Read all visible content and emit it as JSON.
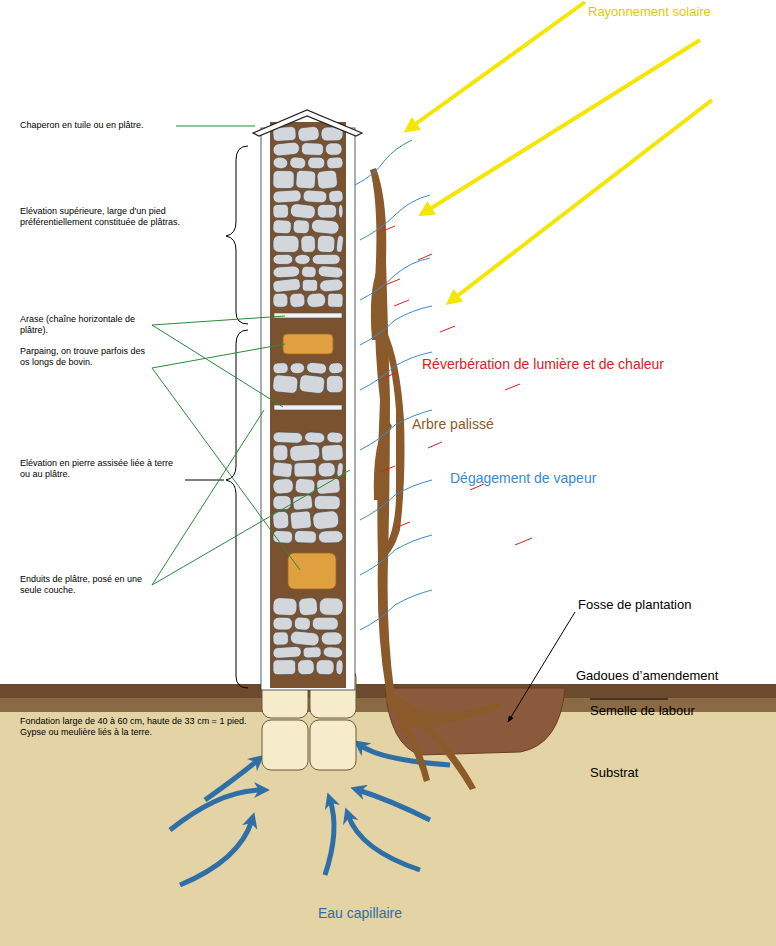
{
  "diagram": {
    "labels": [
      "Rayonnement solaire",
      "Chaperon en tuile ou en plâtre.",
      "Elévation supérieure, large d'un pied préférentiellement constituée de plâtras.",
      "Arase (chaîne horizontale de plâtre).",
      "Parpaing, on trouve parfois des os longs de bovin.",
      "Elévation en pierre assisée liée à terre ou au plâtre.",
      "Enduits de plâtre, posé en une seule couche.",
      "Réverbération de lumière et de chaleur",
      "Arbre palissé",
      "Dégagement de vapeur",
      "Fosse de plantation",
      "Gadoues d’amendement",
      "Semelle de labour",
      "Substrat",
      "Fondation large de 40 à 60 cm, haute de 33 cm = 1 pied. Gypse ou meulière liés à la terre.",
      "Eau capillaire"
    ]
  }
}
